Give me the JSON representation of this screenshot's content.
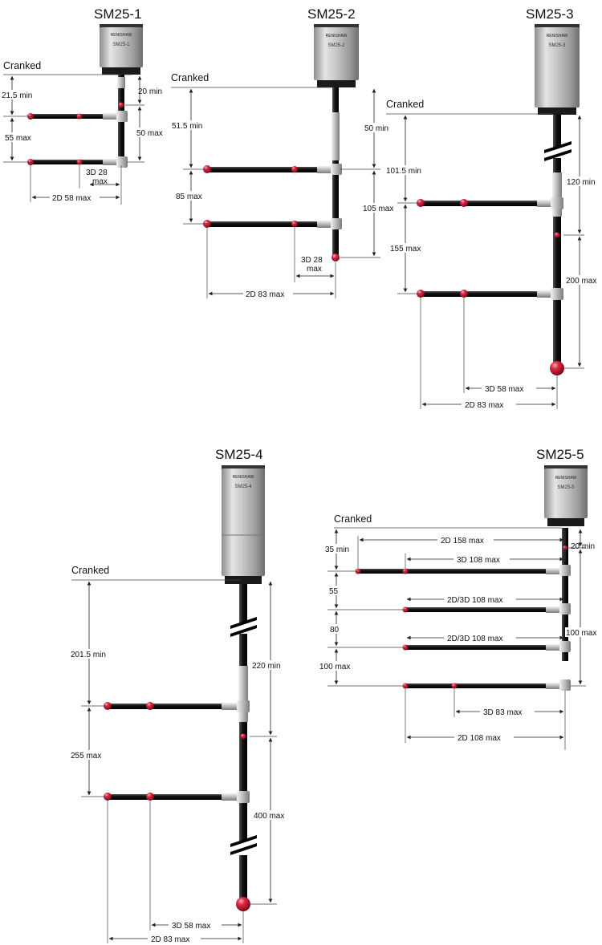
{
  "colors": {
    "stylus_ball": "#c8162e",
    "stylus_stem": "#111111",
    "body_silver": "#b9b9b9",
    "body_cap": "#1a1a1a"
  },
  "brand_text": "RENISHAW",
  "probes": [
    {
      "title": "SM25-1",
      "body_label": "SM25-1",
      "cranked_label": "Cranked",
      "dims": {
        "d_upper_left": "21.5 min",
        "d_lower_left": "55 max",
        "d_top_right": "20 min",
        "d_mid_right": "50 max",
        "d_3d": "3D 28",
        "d_3d_2": "max",
        "d_2d": "2D 58 max"
      }
    },
    {
      "title": "SM25-2",
      "body_label": "SM25-2",
      "cranked_label": "Cranked",
      "dims": {
        "d_upper_left": "51.5 min",
        "d_lower_left": "85 max",
        "d_top_right": "50 min",
        "d_mid_right": "105 max",
        "d_3d": "3D 28",
        "d_3d_2": "max",
        "d_2d": "2D 83 max"
      }
    },
    {
      "title": "SM25-3",
      "body_label": "SM25-3",
      "cranked_label": "Cranked",
      "dims": {
        "d_upper_left": "101.5 min",
        "d_lower_left": "155 max",
        "d_top_right": "120 min",
        "d_mid_right": "200 max",
        "d_3d": "3D 58 max",
        "d_2d": "2D 83 max"
      }
    },
    {
      "title": "SM25-4",
      "body_label": "SM25-4",
      "cranked_label": "Cranked",
      "dims": {
        "d_upper_left": "201.5 min",
        "d_lower_left": "255 max",
        "d_top_right": "220 min",
        "d_mid_right": "400 max",
        "d_3d": "3D 58 max",
        "d_2d": "2D 83 max"
      }
    },
    {
      "title": "SM25-5",
      "body_label": "SM25-5",
      "cranked_label": "Cranked",
      "dims": {
        "d_35": "35 min",
        "d_55": "55",
        "d_80": "80",
        "d_100l": "100 max",
        "d_20": "20 min",
        "d_100r": "100 max",
        "d_2d158": "2D 158 max",
        "d_3d108": "3D 108 max",
        "d_23d108a": "2D/3D 108 max",
        "d_23d108b": "2D/3D 108 max",
        "d_3d83": "3D 83 max",
        "d_2d108": "2D 108 max"
      }
    }
  ]
}
